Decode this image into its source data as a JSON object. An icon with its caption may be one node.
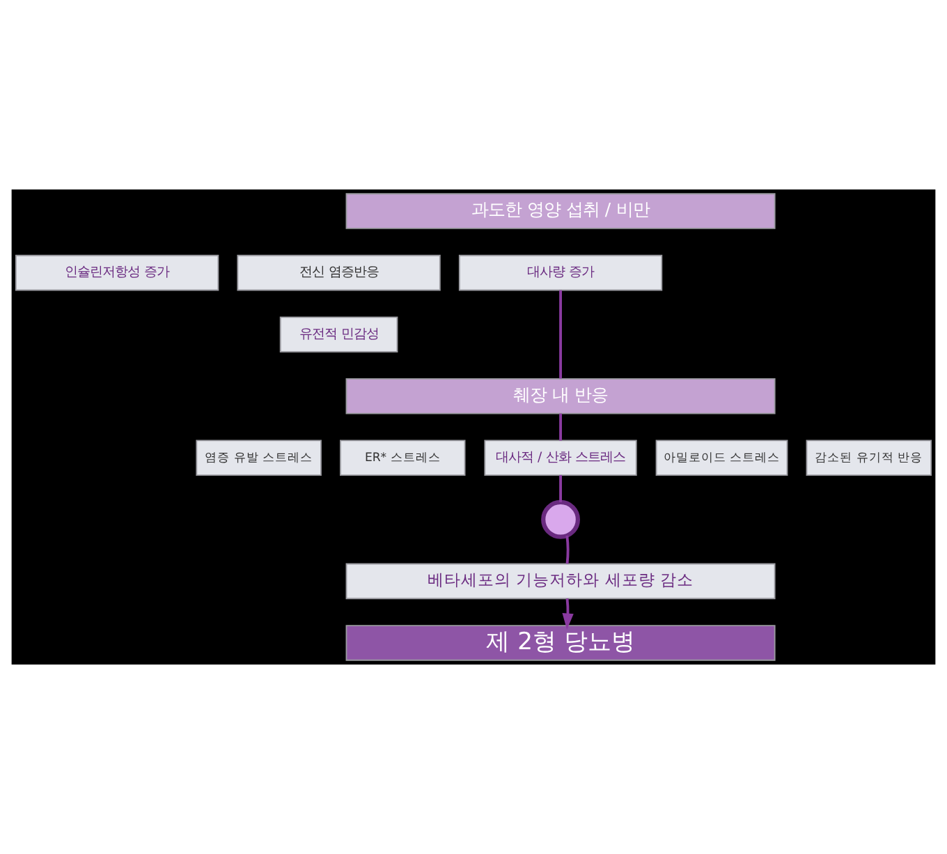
{
  "diagram": {
    "nodes": [
      {
        "text": [
          "과도한 영양 섭취 / 비만"
        ]
      },
      {
        "text": [
          "인슐린저항성 증가"
        ]
      },
      {
        "text": [
          "대사량 증가"
        ]
      },
      {
        "text": [
          "전신 염증반응"
        ]
      },
      {
        "text": [
          "유전적 민감성"
        ]
      },
      {
        "text": [
          "췌장 내 반응"
        ]
      },
      {
        "text": [
          "염증 유발 스트레스"
        ]
      },
      {
        "text": [
          "ER* 스트레스"
        ]
      },
      {
        "text": [
          "대사적 / 산화 스트레스"
        ]
      },
      {
        "text": [
          "아밀로이드 스트레스"
        ]
      },
      {
        "text": [
          "감소된 유기적 반응"
        ]
      },
      {
        "text": [],
        "shape": "circle"
      },
      {
        "text": [
          "베타세포의 기능저하와 세포량 감소"
        ]
      },
      {
        "text": [
          "제 2형 당뇨병"
        ]
      }
    ],
    "edges": [
      {
        "from": 2,
        "to": 5,
        "arrow": "none"
      },
      {
        "from": 5,
        "to": 8,
        "arrow": "none"
      },
      {
        "from": 8,
        "to": 11,
        "arrow": "none"
      },
      {
        "from": 11,
        "to": 12,
        "arrow": "none"
      },
      {
        "from": 12,
        "to": 13,
        "arrow": "to"
      }
    ]
  }
}
